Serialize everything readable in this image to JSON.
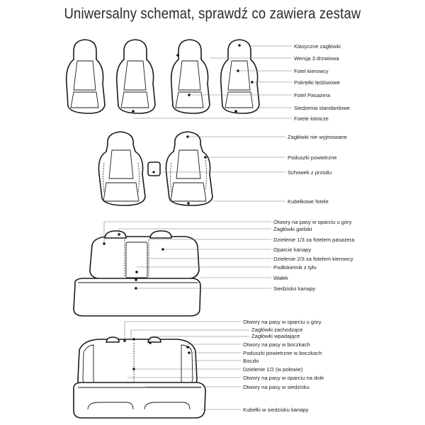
{
  "title": "Uniwersalny schemat, sprawdź co zawiera zestaw",
  "labels": {
    "front_seats": [
      "Klasyczne zagłówki",
      "Wersja 3 drzwiowa",
      "Fotel kierowcy",
      "Pokrętło lędźwiowe",
      "Fotel Pasażera",
      "Siedzenia standardowe",
      "Fotele lotnicze"
    ],
    "bucket_seats": [
      "Zagłówki nie wyjmowane",
      "Poduszki powietrzne",
      "Schowek z przodu",
      "Kubełkowe fotele"
    ],
    "bench_a": [
      "Otwory na pasy w oparciu u góry",
      "Zagłówki garbiki",
      "Dzielenie 1/3 za fotelem pasażera",
      "Oparcie kanapy",
      "Dzielenie 2/3 za fotelem kierowcy",
      "Podłokietnik z tyłu",
      "Wałek",
      "Siedzisko kanapy"
    ],
    "bench_b": [
      "Otwory na pasy w oparciu u góry",
      "Zagłówki zachodzące",
      "Zagłówki wpadające",
      "Otwory na pasy w boczkach",
      "Poduszki powietrzne w boczkach",
      "Boczki",
      "Dzielenie 1/2 (w połowie)",
      "Otwory na pasy w oparciu na dole",
      "Otwory na pasy w siedzisku",
      "Kubełki w siedzisku kanapy"
    ]
  }
}
